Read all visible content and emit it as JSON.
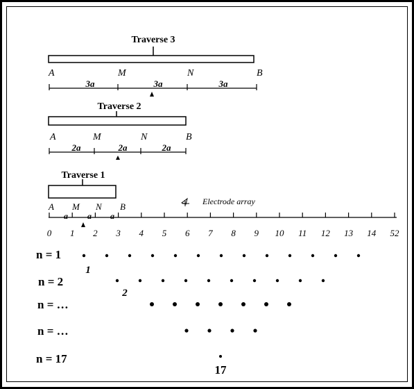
{
  "traverses": [
    {
      "label": "Traverse 3",
      "electrodes": [
        "A",
        "M",
        "N",
        "B"
      ],
      "spacings": [
        "3a",
        "3a",
        "3a"
      ]
    },
    {
      "label": "Traverse 2",
      "electrodes": [
        "A",
        "M",
        "N",
        "B"
      ],
      "spacings": [
        "2a",
        "2a",
        "2a"
      ]
    },
    {
      "label": "Traverse 1",
      "electrodes": [
        "A",
        "M",
        "N",
        "B"
      ],
      "spacings": [
        "a",
        "a",
        "a"
      ]
    }
  ],
  "electrode_array_label": "Electrode array",
  "axis": {
    "ticks": [
      "0",
      "1",
      "2",
      "3",
      "4",
      "5",
      "6",
      "7",
      "8",
      "9",
      "10",
      "11",
      "12",
      "13",
      "14",
      "52"
    ]
  },
  "levels": [
    {
      "label": "n = 1",
      "marker": "1",
      "points": 13
    },
    {
      "label": "n = 2",
      "marker": "2",
      "points": 10
    },
    {
      "label": "n = …",
      "marker": "",
      "points": 7
    },
    {
      "label": "n = …",
      "marker": "",
      "points": 4
    },
    {
      "label": "n = 17",
      "marker": "17",
      "points": 1
    }
  ]
}
